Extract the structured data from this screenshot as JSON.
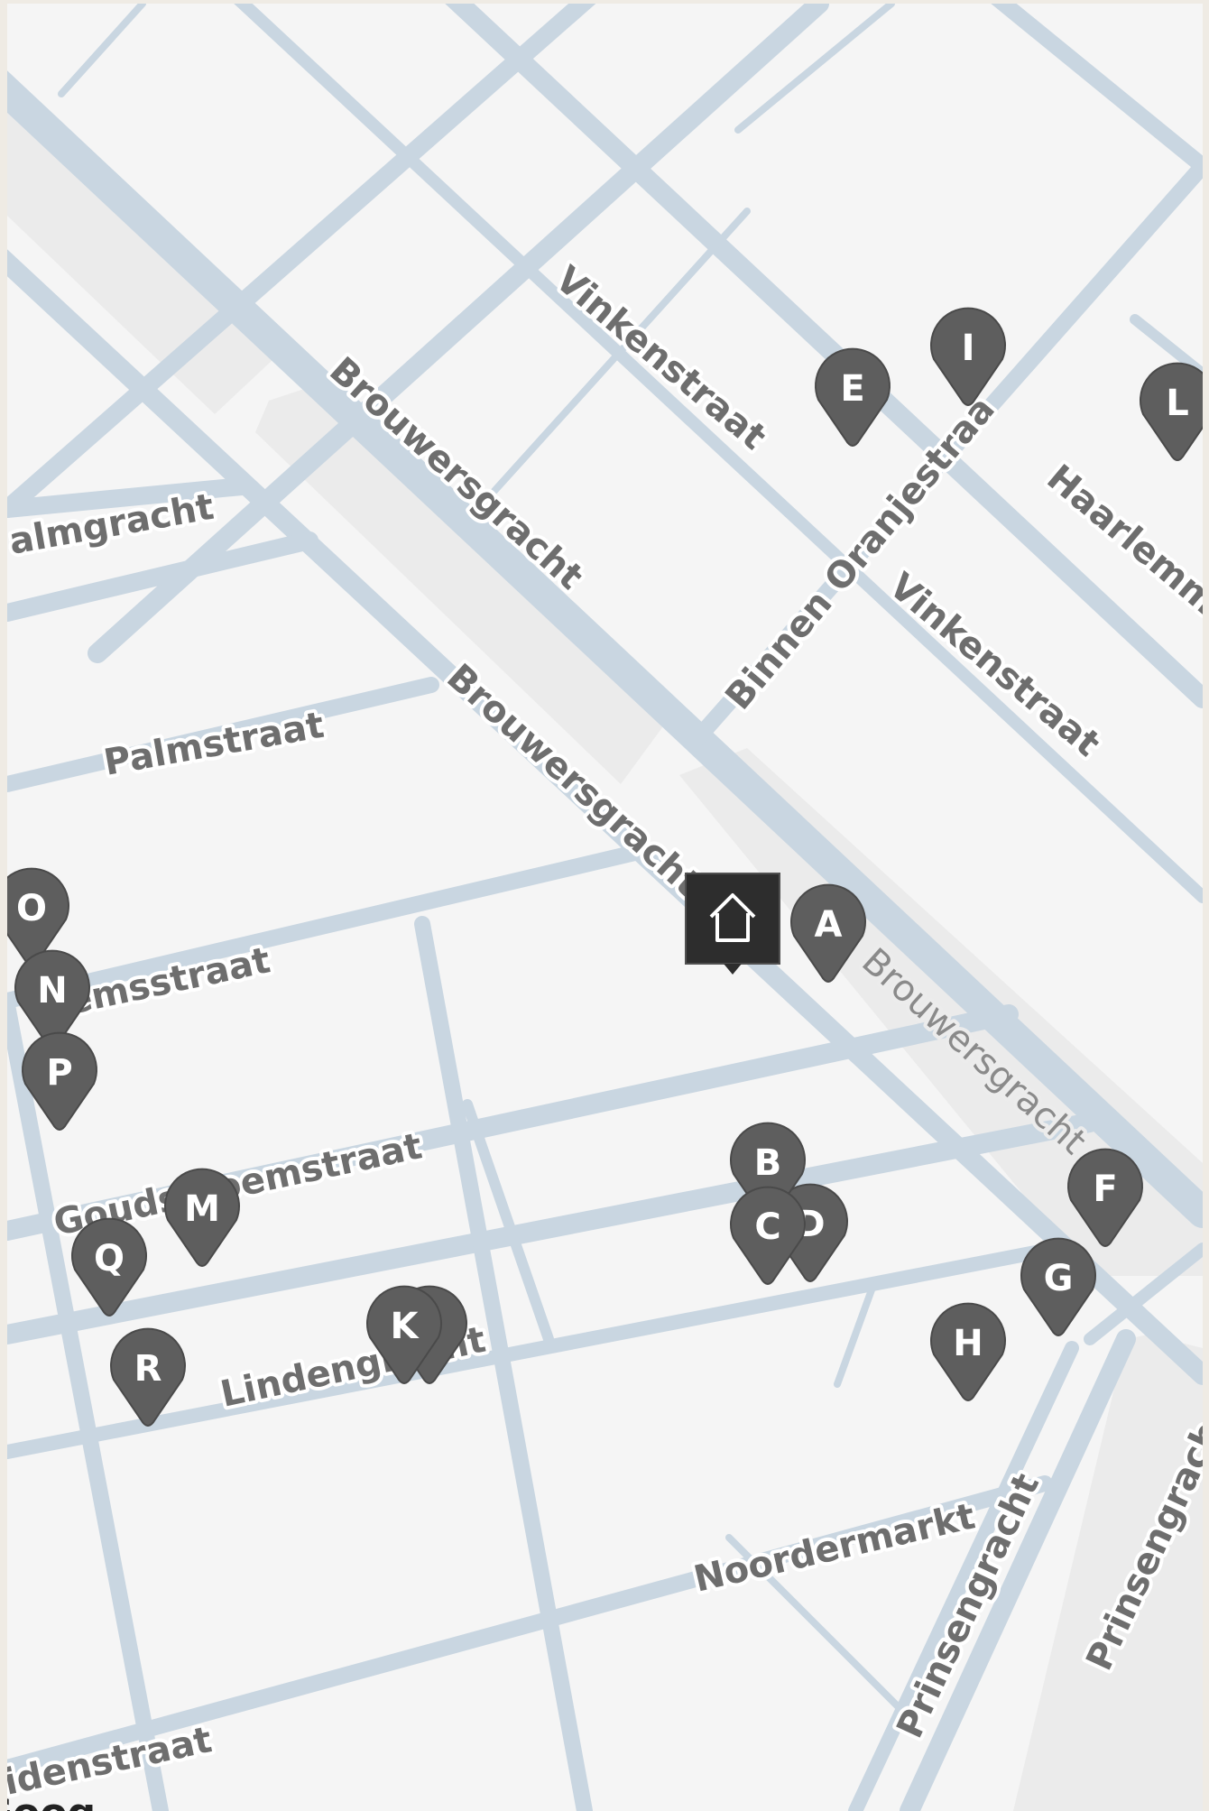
{
  "map": {
    "streets": {
      "vinkenstraat_1": "Vinkenstraat",
      "vinkenstraat_2": "Vinkenstraat",
      "brouwersgracht_1": "Brouwersgracht",
      "brouwersgracht_2": "Brouwersgracht",
      "brouwersgracht_3": "Brouwersgracht",
      "palmgracht": "almgracht",
      "palmstraat": "Palmstraat",
      "binnen_oranjestraat": "Binnen Oranjestraa",
      "haarlemmer": "Haarlemme",
      "bloemstraat": "emsstraat",
      "goudsbloemstraat": "Goudsbloemstraat",
      "lindengracht": "Lindengracht",
      "noordermarkt": "Noordermarkt",
      "prinsengracht_1": "Prinsengracht",
      "prinsengracht_2": "Prinsengrach",
      "lindenstraat": "idenstraat"
    },
    "markers": [
      "A",
      "B",
      "C",
      "D",
      "E",
      "F",
      "G",
      "H",
      "I",
      "K",
      "L",
      "M",
      "N",
      "O",
      "P",
      "Q",
      "R"
    ],
    "home_marker_icon": "home-icon",
    "attribution_text": "Goog",
    "colors": {
      "land": "#f5f5f5",
      "road": "#c9d6e1",
      "canal_block": "#ebebeb",
      "marker": "#5e5e5e",
      "home_bg": "#2d2d2d"
    }
  }
}
